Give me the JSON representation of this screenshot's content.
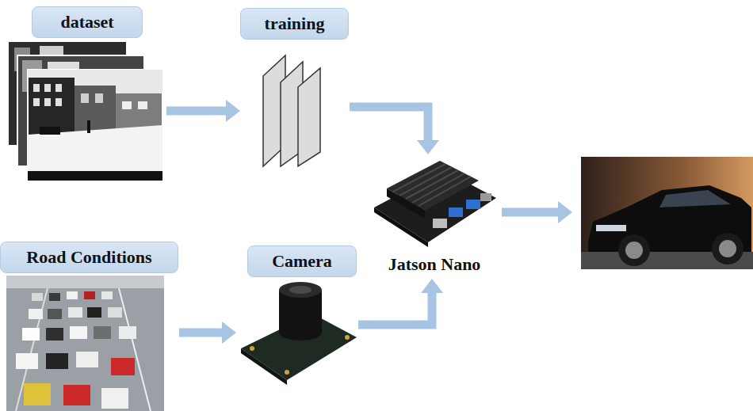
{
  "diagram": {
    "nodes": [
      {
        "text": [
          "dataset"
        ]
      },
      {
        "text": [
          "training"
        ]
      },
      {
        "text": [
          "Jatson Nano"
        ]
      },
      {
        "text": [
          "Road Conditions"
        ]
      },
      {
        "text": [
          "Camera"
        ]
      }
    ],
    "edges": [
      {
        "from": 0,
        "to": 1,
        "arrow": "to"
      },
      {
        "from": 1,
        "to": 2,
        "arrow": "to"
      },
      {
        "from": 3,
        "to": 4,
        "arrow": "to"
      },
      {
        "from": 4,
        "to": 2,
        "arrow": "to"
      }
    ]
  }
}
